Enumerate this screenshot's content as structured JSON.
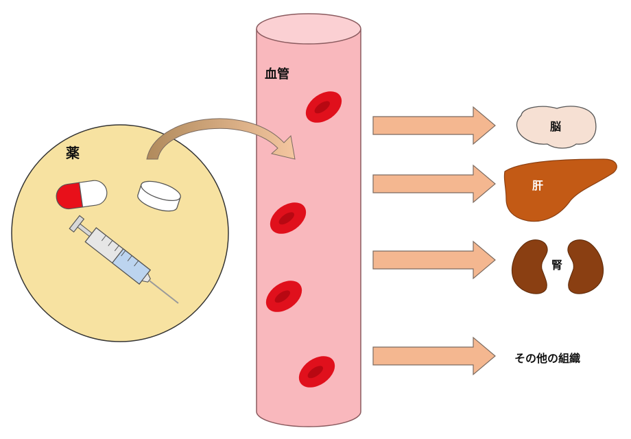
{
  "labels": {
    "drug": "薬",
    "blood_vessel": "血管",
    "brain": "脳",
    "liver": "肝",
    "kidney": "腎",
    "other_tissues": "その他の組織"
  },
  "colors": {
    "drug_circle": "#f7e2a1",
    "vessel": "#f9b8bd",
    "vessel_edge": "#8a5a5e",
    "red_cell": "#e0101c",
    "arrow_fill": "#f4b790",
    "arrow_edge": "#7a6a60",
    "brain": "#f6e0d3",
    "liver": "#c35a15",
    "kidney": "#8a3f12",
    "capsule_red": "#e8101a",
    "syringe_liquid": "#bcd4ef"
  },
  "icons": [
    "capsule-icon",
    "tablet-icon",
    "syringe-icon",
    "red-blood-cell-icon",
    "brain-icon",
    "liver-icon",
    "kidney-icon"
  ]
}
